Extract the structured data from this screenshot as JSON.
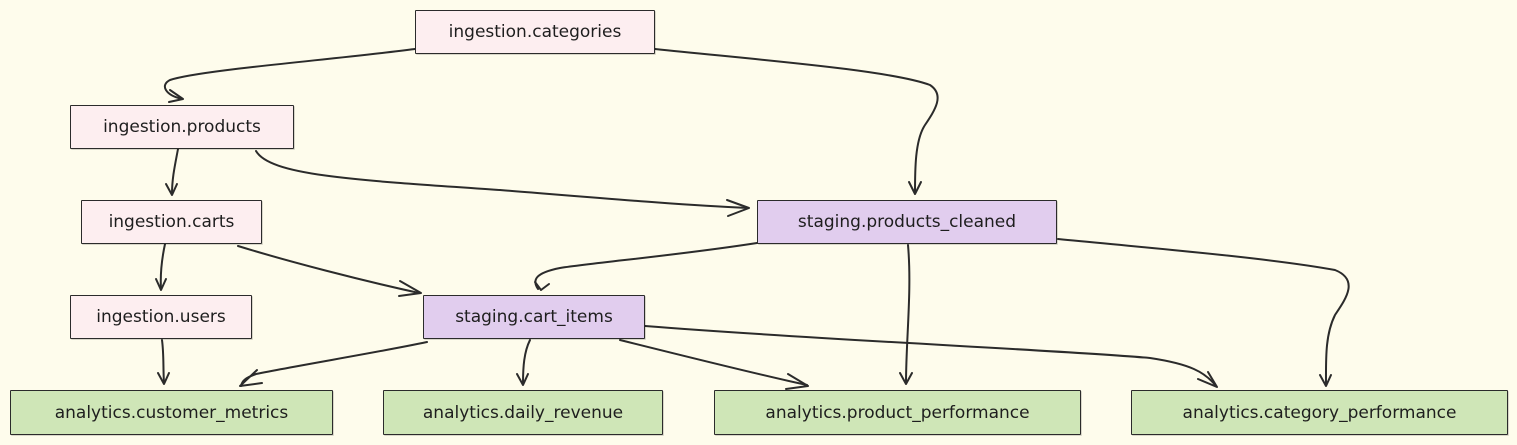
{
  "nodes": {
    "ingestion_categories": "ingestion.categories",
    "ingestion_products": "ingestion.products",
    "ingestion_carts": "ingestion.carts",
    "ingestion_users": "ingestion.users",
    "staging_products_cleaned": "staging.products_cleaned",
    "staging_cart_items": "staging.cart_items",
    "analytics_customer_metrics": "analytics.customer_metrics",
    "analytics_daily_revenue": "analytics.daily_revenue",
    "analytics_product_performance": "analytics.product_performance",
    "analytics_category_performance": "analytics.category_performance"
  },
  "edges": [
    {
      "from": "ingestion.categories",
      "to": "ingestion.products"
    },
    {
      "from": "ingestion.categories",
      "to": "staging.products_cleaned"
    },
    {
      "from": "ingestion.products",
      "to": "ingestion.carts"
    },
    {
      "from": "ingestion.products",
      "to": "staging.products_cleaned"
    },
    {
      "from": "ingestion.carts",
      "to": "ingestion.users"
    },
    {
      "from": "ingestion.carts",
      "to": "staging.cart_items"
    },
    {
      "from": "staging.products_cleaned",
      "to": "staging.cart_items"
    },
    {
      "from": "staging.products_cleaned",
      "to": "analytics.product_performance"
    },
    {
      "from": "staging.products_cleaned",
      "to": "analytics.category_performance"
    },
    {
      "from": "ingestion.users",
      "to": "analytics.customer_metrics"
    },
    {
      "from": "staging.cart_items",
      "to": "analytics.customer_metrics"
    },
    {
      "from": "staging.cart_items",
      "to": "analytics.daily_revenue"
    },
    {
      "from": "staging.cart_items",
      "to": "analytics.product_performance"
    },
    {
      "from": "staging.cart_items",
      "to": "analytics.category_performance"
    }
  ],
  "colors": {
    "background": "#fefcec",
    "ingestion_fill": "#fdeef0",
    "staging_fill": "#e1cdee",
    "analytics_fill": "#cfe6b7",
    "stroke": "#2b2b2b"
  }
}
